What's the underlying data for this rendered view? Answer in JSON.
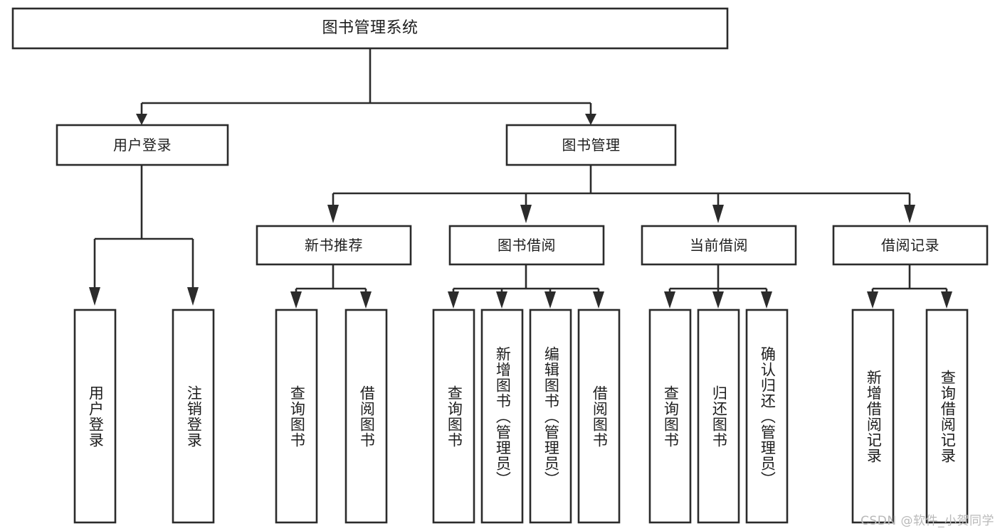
{
  "diagram": {
    "type": "tree-hierarchy",
    "title": "图书管理系统",
    "root": {
      "id": "root",
      "label": "图书管理系统",
      "orientation": "horizontal"
    },
    "level2": [
      {
        "id": "user-login",
        "label": "用户登录",
        "orientation": "horizontal"
      },
      {
        "id": "book-manage",
        "label": "图书管理",
        "orientation": "horizontal"
      }
    ],
    "level3": [
      {
        "id": "new-book-recommend",
        "label": "新书推荐",
        "orientation": "horizontal",
        "parent": "book-manage"
      },
      {
        "id": "book-borrow",
        "label": "图书借阅",
        "orientation": "horizontal",
        "parent": "book-manage"
      },
      {
        "id": "current-borrow",
        "label": "当前借阅",
        "orientation": "horizontal",
        "parent": "book-manage"
      },
      {
        "id": "borrow-record",
        "label": "借阅记录",
        "orientation": "horizontal",
        "parent": "book-manage"
      }
    ],
    "leaves": [
      {
        "id": "leaf-user-login",
        "label": "用户登录",
        "orientation": "vertical",
        "parent": "user-login"
      },
      {
        "id": "leaf-user-logout",
        "label": "注销登录",
        "orientation": "vertical",
        "parent": "user-login"
      },
      {
        "id": "leaf-query-book-1",
        "label": "查询图书",
        "orientation": "vertical",
        "parent": "new-book-recommend"
      },
      {
        "id": "leaf-borrow-book-1",
        "label": "借阅图书",
        "orientation": "vertical",
        "parent": "new-book-recommend"
      },
      {
        "id": "leaf-query-book-2",
        "label": "查询图书",
        "orientation": "vertical",
        "parent": "book-borrow"
      },
      {
        "id": "leaf-add-book",
        "label": "新增图书（管理员）",
        "orientation": "vertical",
        "parent": "book-borrow"
      },
      {
        "id": "leaf-edit-book",
        "label": "编辑图书（管理员）",
        "orientation": "vertical",
        "parent": "book-borrow"
      },
      {
        "id": "leaf-borrow-book-2",
        "label": "借阅图书",
        "orientation": "vertical",
        "parent": "book-borrow"
      },
      {
        "id": "leaf-query-book-3",
        "label": "查询图书",
        "orientation": "vertical",
        "parent": "current-borrow"
      },
      {
        "id": "leaf-return-book",
        "label": "归还图书",
        "orientation": "vertical",
        "parent": "current-borrow"
      },
      {
        "id": "leaf-confirm-return",
        "label": "确认归还（管理员）",
        "orientation": "vertical",
        "parent": "current-borrow"
      },
      {
        "id": "leaf-add-record",
        "label": "新增借阅记录",
        "orientation": "vertical",
        "parent": "borrow-record"
      },
      {
        "id": "leaf-query-record",
        "label": "查询借阅记录",
        "orientation": "vertical",
        "parent": "borrow-record"
      }
    ],
    "colors": {
      "stroke": "#2b2b2b",
      "fill": "#ffffff",
      "text": "#1d1d1d",
      "watermark": "#b9b9b9",
      "background": "#ffffff"
    }
  },
  "watermark": {
    "text": "CSDN @软件_小贺同学"
  }
}
